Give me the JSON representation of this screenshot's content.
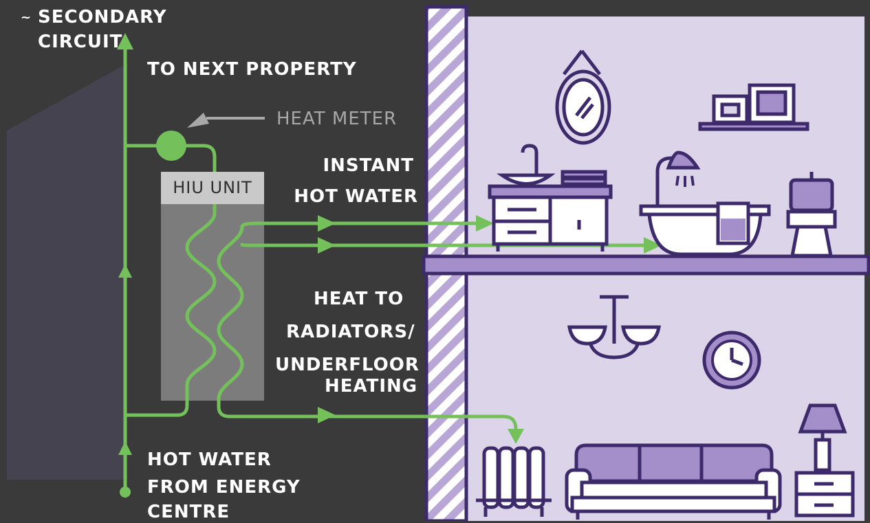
{
  "labels": {
    "secondary_circuit_prefix": "~",
    "secondary_circuit_line1": "SECONDARY",
    "secondary_circuit_line2": "CIRCUIT",
    "to_next_property": "TO NEXT PROPERTY",
    "heat_meter": "HEAT METER",
    "hiu_unit": "HIU UNIT",
    "instant_line1": "INSTANT",
    "instant_line2": "HOT WATER",
    "heat_line1": "HEAT TO",
    "heat_line2": "RADIATORS/",
    "heat_line3": "UNDERFLOOR",
    "heat_line4": "HEATING",
    "hot_water_line1": "HOT WATER",
    "hot_water_line2": "FROM ENERGY",
    "hot_water_line3": "CENTRE"
  },
  "colors": {
    "background": "#3a3a3a",
    "pipe_green": "#74c15b",
    "house_wall": "#dcd5ea",
    "outline_purple": "#3d2a6b",
    "fill_purple": "#a58fcb",
    "hiu_body": "#7c7c7c",
    "hiu_header": "#c9c9c9",
    "meter_label": "#a8a8a8"
  }
}
